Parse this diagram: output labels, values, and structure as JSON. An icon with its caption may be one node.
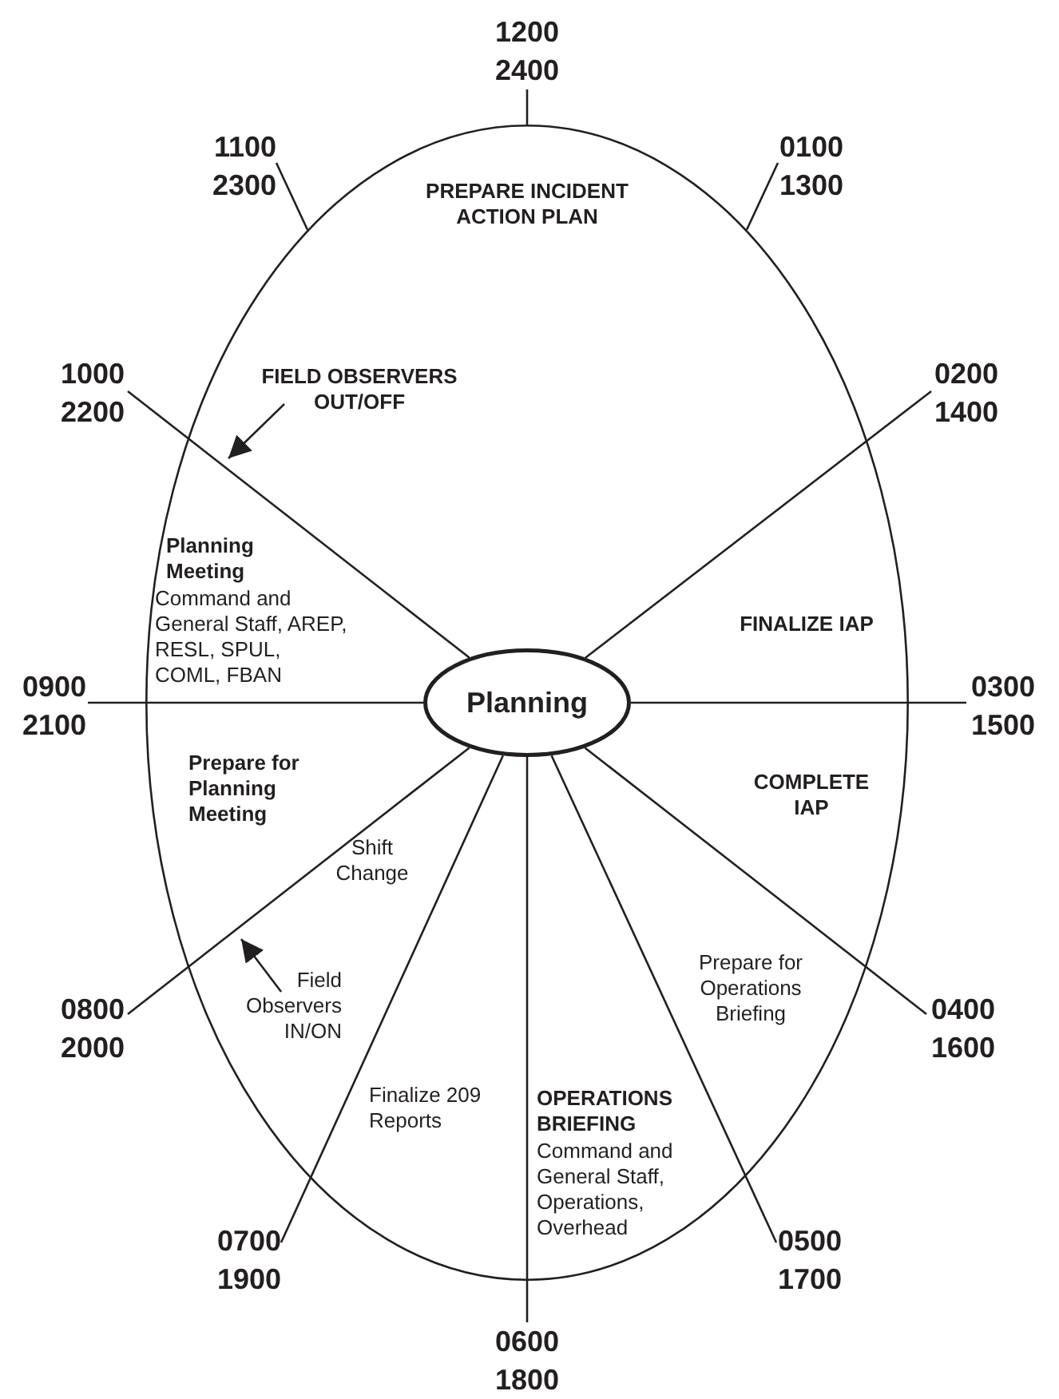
{
  "diagram": {
    "nodes": [
      {
        "text": [],
        "shape": "ellipse"
      },
      {
        "text": [
          "1200",
          "2400"
        ]
      },
      {
        "text": [
          "1100",
          "2300"
        ]
      },
      {
        "text": [
          "0100",
          "1300"
        ]
      },
      {
        "text": [
          "1000",
          "2200"
        ]
      },
      {
        "text": [
          "FIELD OBSERVERS OUT/OFF"
        ],
        "in": 0
      },
      {
        "text": [
          "0200",
          "1400"
        ]
      },
      {
        "text": [
          "Planning"
        ],
        "in": 0
      },
      {
        "text": [
          "0900",
          "2100"
        ]
      },
      {
        "text": [
          "0300",
          "1500"
        ]
      },
      {
        "text": [
          "Field Observers IN/ON"
        ],
        "in": 0
      },
      {
        "text": [
          "0800",
          "2000"
        ]
      },
      {
        "text": [
          "0400",
          "1600"
        ]
      },
      {
        "text": [
          "0700",
          "1900"
        ]
      },
      {
        "text": [
          "0500",
          "1700"
        ]
      },
      {
        "text": [
          "0600",
          "1800"
        ]
      }
    ],
    "edges": [
      {
        "from": 0,
        "to": 1,
        "arrow": "none"
      },
      {
        "from": 0,
        "to": 2,
        "arrow": "none"
      },
      {
        "from": 0,
        "to": 3,
        "arrow": "none"
      },
      {
        "from": 7,
        "to": 4,
        "arrow": "none"
      },
      {
        "from": 5,
        "to": null,
        "arrow": "to"
      },
      {
        "from": 7,
        "to": 6,
        "arrow": "none"
      },
      {
        "from": 7,
        "to": 8,
        "arrow": "none"
      },
      {
        "from": 7,
        "to": 9,
        "arrow": "none"
      },
      {
        "from": 10,
        "to": null,
        "arrow": "to"
      },
      {
        "from": 7,
        "to": 11,
        "arrow": "none"
      },
      {
        "from": 7,
        "to": 12,
        "arrow": "none"
      },
      {
        "from": 7,
        "to": 13,
        "arrow": "none"
      },
      {
        "from": 7,
        "to": 14,
        "arrow": "none"
      },
      {
        "from": 7,
        "to": 15,
        "arrow": "none"
      }
    ],
    "labels": [
      "PREPARE INCIDENT ACTION PLAN",
      "Planning Meeting",
      "Command and General Staff, AREP, RESL, SPUL, COML, FBAN",
      "FINALIZE IAP",
      "Prepare for Planning Meeting",
      "COMPLETE IAP",
      "Shift Change",
      "Prepare for Operations Briefing",
      "Finalize 209 Reports",
      "OPERATIONS BRIEFING",
      "Command and General Staff, Operations, Overhead"
    ]
  }
}
